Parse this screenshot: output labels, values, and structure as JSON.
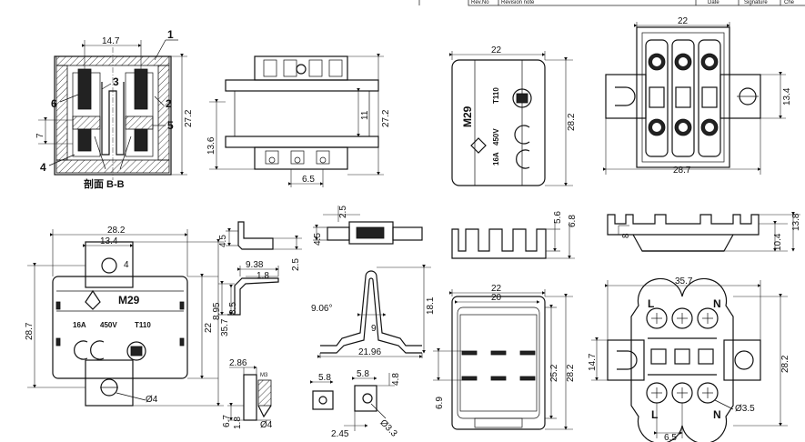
{
  "title_block": {
    "headers": [
      "Rev.No",
      "Revision note",
      "Date",
      "Signature",
      "Che"
    ]
  },
  "section": {
    "label": "剖面 B-B",
    "callouts": [
      "1",
      "2",
      "3",
      "4",
      "5",
      "6"
    ],
    "dims": {
      "pitch": "14.7",
      "height": "27.2",
      "left": "7"
    }
  },
  "side_view": {
    "dims": {
      "height": "27.2",
      "gap": "11",
      "left": "13.6",
      "bottom": "6.5"
    }
  },
  "marking_top": {
    "brand": "M29",
    "rating_a": "16A",
    "rating_v": "450V",
    "temp": "T110",
    "dims": {
      "width": "22",
      "height": "28.2"
    }
  },
  "top_terminals": {
    "dims": {
      "width": "22",
      "height": "13.4",
      "bottom": "28.7"
    }
  },
  "pin_side": {
    "dims": {
      "top_left": "4.5",
      "top_mid": "2.5",
      "left_mid": "4.5",
      "right_mid": "2.5"
    }
  },
  "clip_side": {
    "dims": {
      "top": "9.38",
      "sub": "1.8",
      "height": "8.95",
      "inner": "8.5"
    }
  },
  "spring": {
    "dims": {
      "angle": "9.06°",
      "gap": "9",
      "width": "21.96",
      "height": "18.1"
    }
  },
  "base_profile": {
    "dims": {
      "h1": "5.6",
      "h2": "6.8"
    }
  },
  "front_view": {
    "dims": {
      "h1": "8",
      "h2": "10.4",
      "h3": "13.8"
    }
  },
  "bottom_main": {
    "brand": "M29",
    "rating_a": "16A",
    "rating_v": "450V",
    "temp": "T110",
    "dims": {
      "width": "28.2",
      "inner": "13.4",
      "slot": "4",
      "left": "28.7",
      "right_h": "22",
      "total_h": "35.7",
      "hole": "Ø4"
    }
  },
  "screw": {
    "dims": {
      "head": "2.86",
      "thread": "M3",
      "height": "6.7",
      "small": "1.8",
      "dia": "Ø4"
    }
  },
  "nut": {
    "dims": {
      "a": "5.8",
      "b": "5.8",
      "c": "4.8",
      "d": "2.45",
      "dia": "Ø3.3"
    }
  },
  "bottom_view": {
    "dims": {
      "outer": "22",
      "inner": "20",
      "h1": "25.2",
      "h2": "28.2",
      "left": "6.9"
    }
  },
  "terminal_face": {
    "labels": {
      "top_l": "L",
      "top_n": "N",
      "bot_l": "L",
      "bot_n": "N"
    },
    "dims": {
      "width": "35.7",
      "left": "14.7",
      "right": "28.2",
      "hole": "Ø3.5",
      "bottom": "6.5"
    }
  }
}
